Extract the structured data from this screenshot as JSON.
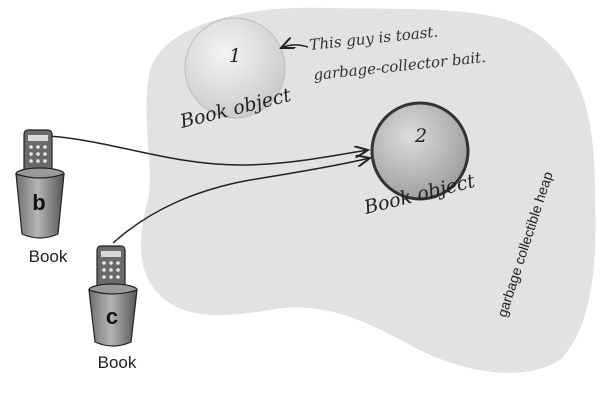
{
  "heap": {
    "label": "garbage collectible heap",
    "fill": "#e3e3e3"
  },
  "objects": [
    {
      "number": "1",
      "label": "Book object",
      "status": "unreferenced",
      "fill": "#d6d6d6"
    },
    {
      "number": "2",
      "label": "Book object",
      "status": "referenced",
      "fill": "#bdbdbd"
    }
  ],
  "references": [
    {
      "name": "b",
      "type": "Book",
      "target": "2",
      "icon": "remote-control-in-cup-icon"
    },
    {
      "name": "c",
      "type": "Book",
      "target": "2",
      "icon": "remote-control-in-cup-icon"
    }
  ],
  "annotation": {
    "line1": "This guy is toast.",
    "line2": "garbage-collector bait."
  }
}
